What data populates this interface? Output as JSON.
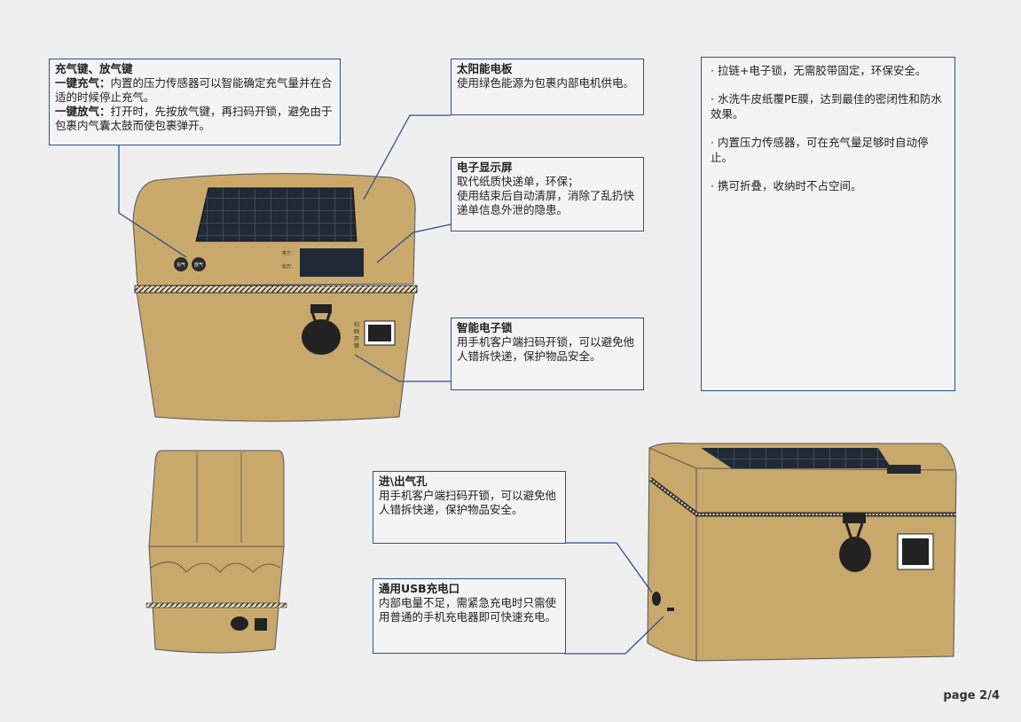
{
  "callouts": {
    "buttons": {
      "title": "充气键、放气键",
      "inflate_label": "一键充气：",
      "inflate_text": "内置的压力传感器可以智能确定充气量并在合适的时候停止充气。",
      "deflate_label": "一键放气：",
      "deflate_text": "打开时，先按放气键，再扫码开锁，避免由于包裹内气囊太鼓而使包裹弹开。"
    },
    "solar": {
      "title": "太阳能电板",
      "text": "使用绿色能源为包裹内部电机供电。"
    },
    "screen": {
      "title": "电子显示屏",
      "text1": "取代纸质快递单，环保；",
      "text2": "使用结束后自动清屏，消除了乱扔快递单信息外泄的隐患。"
    },
    "lock": {
      "title": "智能电子锁",
      "text": "用手机客户端扫码开锁，可以避免他人错拆快递，保护物品安全。"
    },
    "vent": {
      "title": "进\\出气孔",
      "text": "用手机客户端扫码开锁，可以避免他人错拆快递，保护物品安全。"
    },
    "usb": {
      "title": "通用USB充电口",
      "text": "内部电量不足，需紧急充电时只需使用普通的手机充电器即可快速充电。"
    }
  },
  "features": [
    "· 拉链+电子锁，无需胶带固定，环保安全。",
    "· 水洗牛皮纸覆PE膜，达到最佳的密闭性和防水效果。",
    "· 内置压力传感器，可在充气量足够时自动停止。",
    "· 携可折叠，收纳时不占空间。"
  ],
  "box_labels": {
    "inflate_btn": "充气",
    "deflate_btn": "放气",
    "recipient": "寄方：",
    "sender": "收方：",
    "scan": [
      "扫",
      "码",
      "开",
      "锁"
    ]
  },
  "colors": {
    "kraft": "#c9a96e",
    "line": "#2f4f8f",
    "solar": "#1f2a36"
  },
  "page": "page 2/4"
}
